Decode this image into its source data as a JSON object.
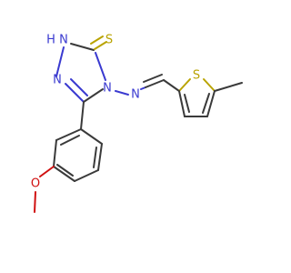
{
  "colors": {
    "bond": "#3a3a3a",
    "nitrogen": "#3a3ad0",
    "sulfur": "#b9a300",
    "oxygen": "#d01010",
    "background": "#ffffff"
  },
  "atoms": {
    "thione_s": "S",
    "nh": "H",
    "n1": "N",
    "n2": "N",
    "n4": "N",
    "imine_n": "N",
    "thiophene_s": "S",
    "methoxy_o": "O"
  }
}
